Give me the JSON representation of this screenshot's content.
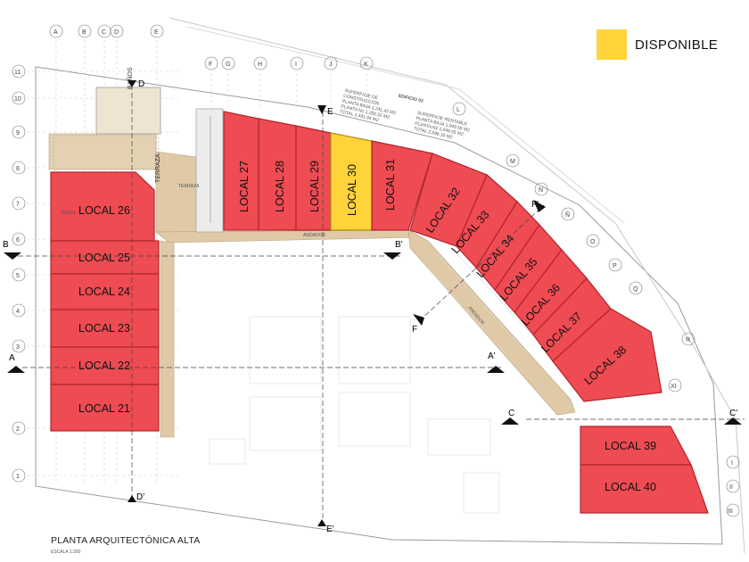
{
  "legend": {
    "label": "DISPONIBLE",
    "available_color": "#ffd33a",
    "unit_color": "#ee4b52"
  },
  "title": "PLANTA ARQUITECTÓNICA ALTA",
  "scale": "ESCALA 1:200",
  "labels": {
    "banos": "BAÑOS",
    "terraza": "TERRAZA",
    "terraza_small": "TERRAZA",
    "andador": "ANDADOR",
    "andador2": "ANDADOR"
  },
  "edificio": {
    "title": "EDIFICIO 02",
    "construccion": [
      "SUPERFICIE DE",
      "CONSTRUCCIÓN",
      "PLANTA BAJA  1,241.42 M2",
      "PLANTA N1     1,250.52 M2",
      "TOTAL          2,491.94 M2"
    ],
    "rentable": [
      "SUPERFICIE RENTABLE",
      "PLANTA BAJA  1,049.55 M2",
      "PLANTA N1     1,046.55 M2",
      "TOTAL          2,096.10 M2"
    ]
  },
  "units": [
    {
      "id": "local-26",
      "label": "LOCAL 26",
      "status": "occupied"
    },
    {
      "id": "local-25",
      "label": "LOCAL 25",
      "status": "occupied"
    },
    {
      "id": "local-24",
      "label": "LOCAL 24",
      "status": "occupied"
    },
    {
      "id": "local-23",
      "label": "LOCAL 23",
      "status": "occupied"
    },
    {
      "id": "local-22",
      "label": "LOCAL 22",
      "status": "occupied"
    },
    {
      "id": "local-21",
      "label": "LOCAL 21",
      "status": "occupied"
    },
    {
      "id": "local-27",
      "label": "LOCAL 27",
      "status": "occupied"
    },
    {
      "id": "local-28",
      "label": "LOCAL 28",
      "status": "occupied"
    },
    {
      "id": "local-29",
      "label": "LOCAL 29",
      "status": "occupied"
    },
    {
      "id": "local-30",
      "label": "LOCAL 30",
      "status": "available"
    },
    {
      "id": "local-31",
      "label": "LOCAL 31",
      "status": "occupied"
    },
    {
      "id": "local-32",
      "label": "LOCAL 32",
      "status": "occupied"
    },
    {
      "id": "local-33",
      "label": "LOCAL 33",
      "status": "occupied"
    },
    {
      "id": "local-34",
      "label": "LOCAL 34",
      "status": "occupied"
    },
    {
      "id": "local-35",
      "label": "LOCAL 35",
      "status": "occupied"
    },
    {
      "id": "local-36",
      "label": "LOCAL 36",
      "status": "occupied"
    },
    {
      "id": "local-37",
      "label": "LOCAL 37",
      "status": "occupied"
    },
    {
      "id": "local-38",
      "label": "LOCAL 38",
      "status": "occupied"
    },
    {
      "id": "local-39",
      "label": "LOCAL 39",
      "status": "occupied"
    },
    {
      "id": "local-40",
      "label": "LOCAL 40",
      "status": "occupied"
    }
  ],
  "sections": [
    "A",
    "A'",
    "B",
    "B'",
    "C",
    "C'",
    "D",
    "D'",
    "E",
    "E'",
    "F",
    "F'"
  ],
  "grid": {
    "top": [
      "A",
      "B",
      "C",
      "D",
      "E"
    ],
    "top2": [
      "F",
      "G",
      "H",
      "I",
      "J",
      "K"
    ],
    "left": [
      "11",
      "10",
      "9",
      "8",
      "7",
      "6",
      "5",
      "4",
      "3",
      "2",
      "1"
    ],
    "diag": [
      "L",
      "M",
      "N",
      "Ñ",
      "O",
      "P",
      "Q",
      "R"
    ],
    "right": [
      "I",
      "II",
      "III",
      "XI"
    ]
  }
}
